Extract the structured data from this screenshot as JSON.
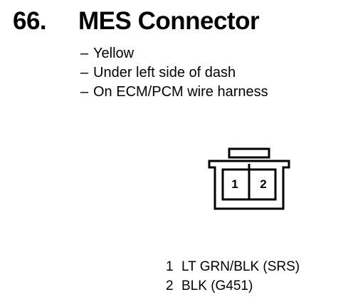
{
  "section": {
    "number": "66.",
    "title": "MES Connector"
  },
  "notes": [
    {
      "dash": "–",
      "text": "Yellow"
    },
    {
      "dash": "–",
      "text": "Under left side of dash"
    },
    {
      "dash": "–",
      "text": "On ECM/PCM wire harness"
    }
  ],
  "connector": {
    "terminals": [
      "1",
      "2"
    ]
  },
  "pinout": [
    {
      "pin": "1",
      "wire": "LT GRN/BLK (SRS)"
    },
    {
      "pin": "2",
      "wire": "BLK (G451)"
    }
  ]
}
